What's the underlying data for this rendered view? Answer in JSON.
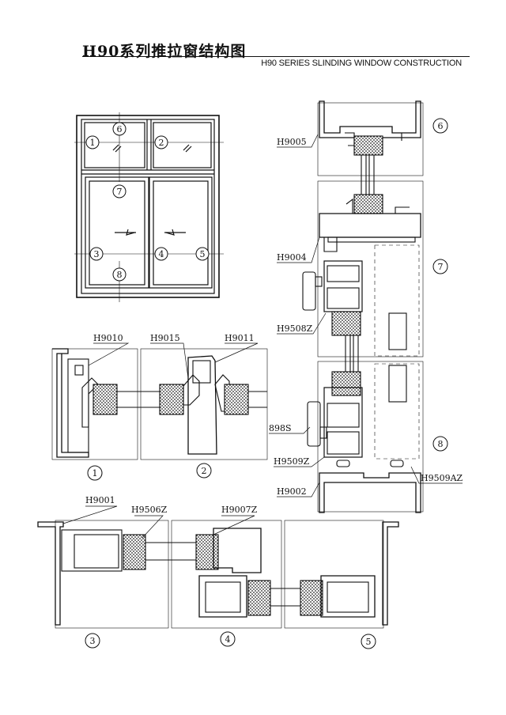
{
  "header": {
    "title_zh": "H90系列推拉窗结构图",
    "title_en": "H90 SERIES SLINDING WINDOW CONSTRUCTION"
  },
  "elevation": {
    "callouts": [
      "1",
      "2",
      "3",
      "4",
      "5",
      "6",
      "7",
      "8"
    ]
  },
  "profiles": {
    "H9005": "H9005",
    "H9004": "H9004",
    "H9508Z": "H9508Z",
    "S898": "898S",
    "H9509Z": "H9509Z",
    "H9002": "H9002",
    "H9509AZ": "H9509AZ",
    "H9010": "H9010",
    "H9015": "H9015",
    "H9011": "H9011",
    "H9001": "H9001",
    "H9506Z": "H9506Z",
    "H9007Z": "H9007Z"
  },
  "section_numbers": {
    "s1": "1",
    "s2": "2",
    "s3": "3",
    "s4": "4",
    "s5": "5",
    "s6": "6",
    "s7": "7",
    "s8": "8"
  }
}
